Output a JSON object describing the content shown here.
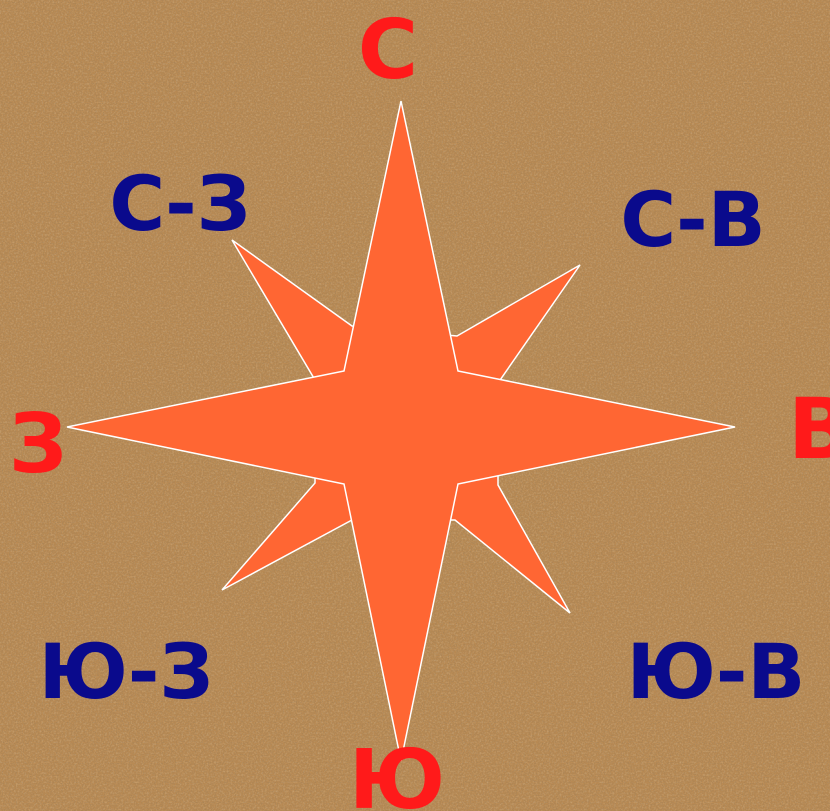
{
  "background": {
    "texture": "sand",
    "base_color": "#b98a52",
    "grain_dark": "#6f4a22",
    "grain_light": "#e8c48e"
  },
  "compass_star": {
    "fill_color": "#ff6633",
    "stroke_color": "#ffffff"
  },
  "labels": {
    "north": "С",
    "north_east": "С-В",
    "east": "В",
    "south_east": "Ю-В",
    "south": "Ю",
    "south_west": "Ю-З",
    "west": "З",
    "north_west": "С-З"
  },
  "label_colors": {
    "cardinal": "#ff1a1a",
    "intercardinal": "#0a0a8c"
  }
}
